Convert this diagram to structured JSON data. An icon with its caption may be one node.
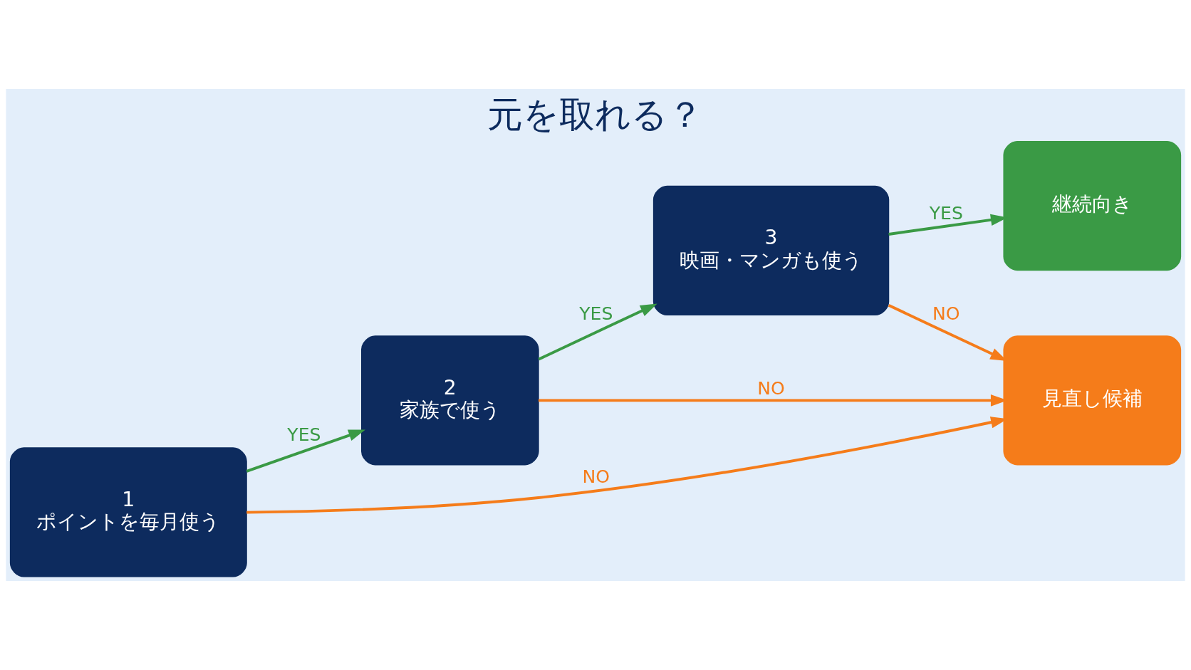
{
  "diagram": {
    "title": "元を取れる？",
    "nodes": [
      {
        "text": [
          "1",
          "ポイントを毎月使う"
        ]
      },
      {
        "text": [
          "2",
          "家族で使う"
        ]
      },
      {
        "text": [
          "3",
          "映画・マンガも使う"
        ]
      },
      {
        "text": [
          "継続向き"
        ]
      },
      {
        "text": [
          "見直し候補"
        ]
      }
    ],
    "edges": [
      {
        "from": 0,
        "to": 1,
        "arrow": "to",
        "label": "YES",
        "color": "#3a9a45"
      },
      {
        "from": 1,
        "to": 2,
        "arrow": "to",
        "label": "YES",
        "color": "#3a9a45"
      },
      {
        "from": 2,
        "to": 3,
        "arrow": "to",
        "label": "YES",
        "color": "#3a9a45"
      },
      {
        "from": 0,
        "to": 4,
        "arrow": "to",
        "label": "NO",
        "color": "#f57c1a"
      },
      {
        "from": 1,
        "to": 4,
        "arrow": "to",
        "label": "NO",
        "color": "#f57c1a"
      },
      {
        "from": 2,
        "to": 4,
        "arrow": "to",
        "label": "NO",
        "color": "#f57c1a"
      }
    ]
  }
}
